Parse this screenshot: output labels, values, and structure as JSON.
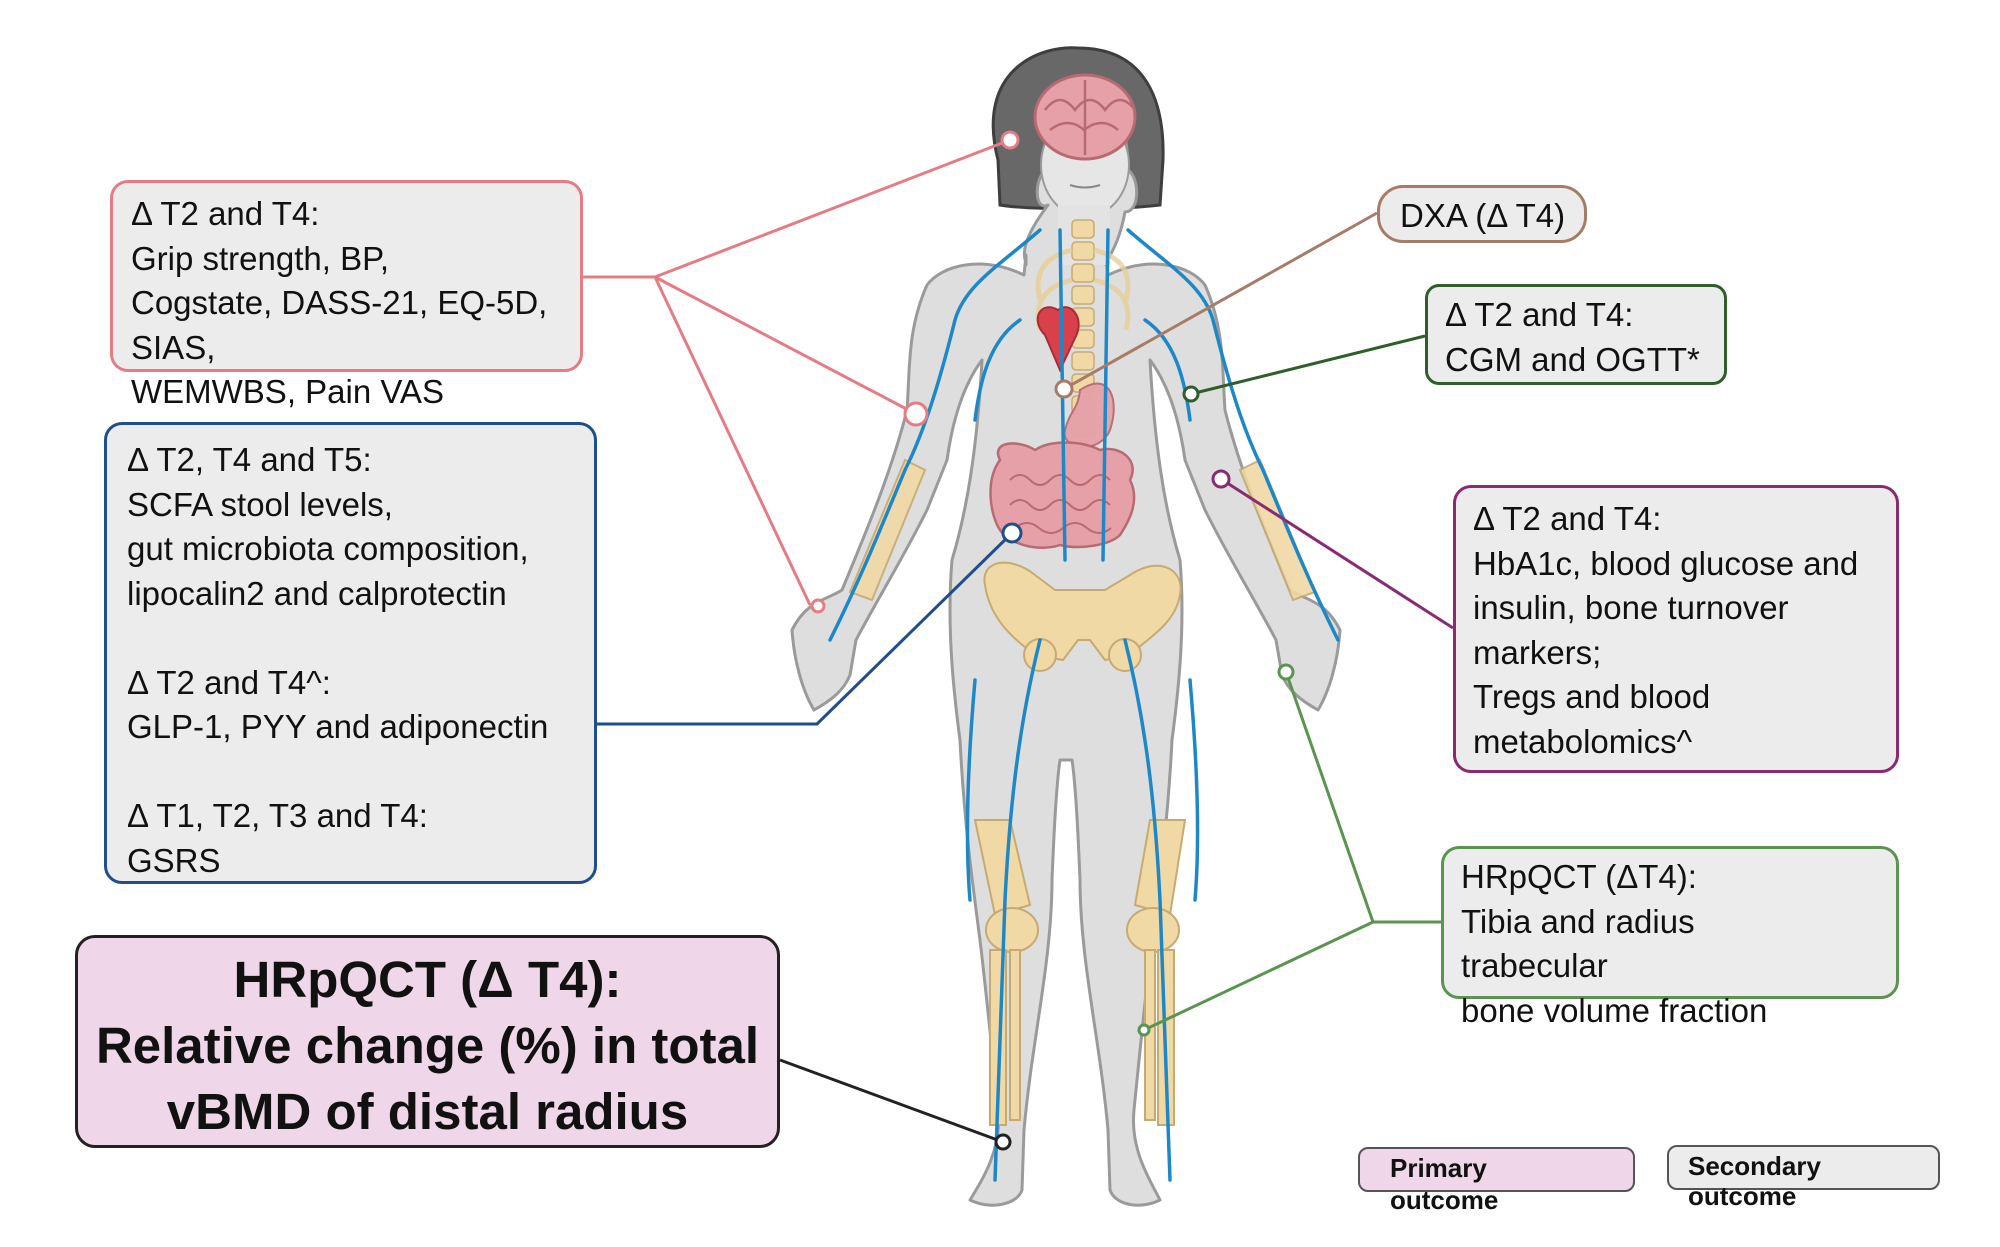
{
  "colors": {
    "brain_panel": "#e57c84",
    "gut_panel": "#1f4f8a",
    "dxa": "#a67c68",
    "cgm": "#2e5e2a",
    "blood": "#8a2a70",
    "hrpqct": "#5a9450",
    "primary": "#222222",
    "primary_fill": "#efd6e8",
    "secondary_fill": "#ececec",
    "vein": "#1e88c7",
    "bone": "#f1d9a6",
    "skin": "#dedede",
    "organ": "#e6a1a8"
  },
  "panels": {
    "brain": {
      "lines": [
        "Δ T2 and T4:",
        "Grip strength, BP,",
        "Cogstate, DASS-21, EQ-5D,",
        "SIAS,",
        "WEMWBS, Pain VAS"
      ]
    },
    "gut": {
      "group1": [
        "Δ T2, T4 and T5:",
        "SCFA stool levels,",
        "gut microbiota composition,",
        "lipocalin2 and calprotectin"
      ],
      "group2": [
        "Δ T2 and T4^:",
        "GLP-1, PYY and adiponectin"
      ],
      "group3": [
        "Δ T1, T2, T3 and T4:",
        "GSRS"
      ]
    },
    "primary": {
      "lines": [
        "HRpQCT (Δ T4):",
        "Relative change (%) in total",
        "vBMD of distal radius"
      ]
    },
    "dxa": {
      "lines": [
        "DXA (Δ T4)"
      ]
    },
    "cgm": {
      "lines": [
        "Δ T2 and T4:",
        "CGM and OGTT*"
      ]
    },
    "blood": {
      "lines": [
        "Δ T2 and T4:",
        "HbA1c, blood glucose and",
        "insulin, bone turnover",
        "markers;",
        "Tregs and blood",
        "metabolomics^"
      ]
    },
    "hrpqct": {
      "lines": [
        "HRpQCT (ΔT4):",
        "Tibia and radius",
        "trabecular",
        "bone volume fraction"
      ]
    }
  },
  "legend": {
    "primary": {
      "line1": "Primary",
      "line2": "outcome"
    },
    "secondary": {
      "line1": "Secondary",
      "line2": "outcome"
    }
  }
}
